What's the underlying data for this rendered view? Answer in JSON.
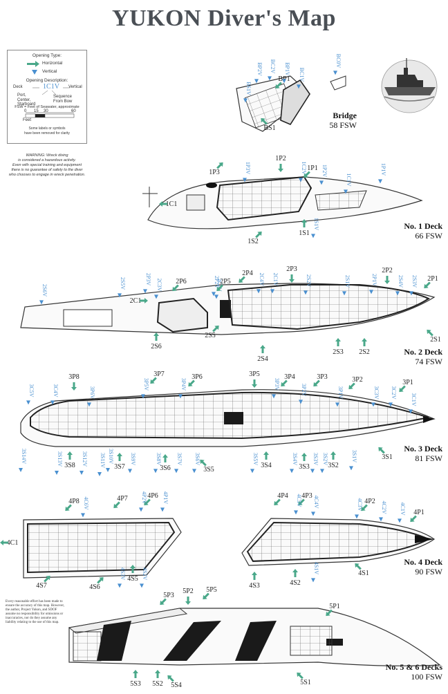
{
  "title": "YUKON  Diver's Map",
  "colors": {
    "opening": "#4aa88a",
    "vertical": "#4a90d0",
    "hull": "#333333",
    "dark": "#1a1a1a",
    "title": "#4a4f55"
  },
  "legend": {
    "opening_type_heading": "Opening Type:",
    "horizontal_label": "Horizontal",
    "vertical_label": "Vertical",
    "description_heading": "Opening Description:",
    "example_code": "1C1V",
    "deck_label": "Deck",
    "vertical_tag": "Vertical",
    "side_label_1": "Port,",
    "side_label_2": "Center,",
    "side_label_3": "Starboard",
    "sequence_label_1": "Sequence",
    "sequence_label_2": "From Bow",
    "fsw_note": "FSW = Feet of Seawater, approximate",
    "scale_ticks": [
      "0",
      "15",
      "30",
      "60"
    ],
    "scale_unit": "Feet",
    "note_1": "Some labels or symbols",
    "note_2": "have been removed for clarity"
  },
  "warning": {
    "line1": "WARNING: Wreck diving",
    "line2": "is considered a hazardous activity.",
    "line3": "Even with special training and equipment",
    "line4": "there is no guarantee of safety to the diver",
    "line5": "who chooses to engage in wreck penetration."
  },
  "disclaimer": "Every reasonable effort has been made to ensure the accuracy of this map. However, the author, Project Yukon, and SDOF assume no responsibility for omissions or inaccuracies, nor do they assume any liability relating to the use of this map.",
  "decks": {
    "bridge": {
      "name": "Bridge",
      "fsw": "58 FSW"
    },
    "deck1": {
      "name": "No. 1 Deck",
      "fsw": "66 FSW"
    },
    "deck2": {
      "name": "No. 2 Deck",
      "fsw": "74 FSW"
    },
    "deck3": {
      "name": "No. 3 Deck",
      "fsw": "81 FSW"
    },
    "deck4": {
      "name": "No. 4 Deck",
      "fsw": "90 FSW"
    },
    "deck56": {
      "name": "No. 5 & 6 Decks",
      "fsw": "100 FSW"
    }
  },
  "labels": {
    "BS1": "BS1",
    "BP1": "BP1",
    "BS1V": "BS1V",
    "BP2V": "BP2V",
    "BC2V": "BC2V",
    "BP1V": "BP1V",
    "BC1V": "BC1V",
    "BC0V": "BC0V",
    "P1P3": "1P3",
    "P1P2": "1P2",
    "P1P1": "1P1",
    "P1C1": "1C1",
    "P1S2": "1S2",
    "P1S1": "1S1",
    "P1P3V": "1P3V",
    "P1C2V": "1C2V",
    "P1P2V": "1P2V",
    "P1C1V": "1C1V",
    "P1P1V": "1P1V",
    "P1S1V": "1S1V",
    "D2S6V": "2S6V",
    "D2S5V": "2S5V",
    "D2P3V": "2P3V",
    "D2C3V": "2C3V",
    "D2P2V": "2P2V",
    "D2C2V": "2C2V",
    "D2C4V": "2C4V",
    "D2C1V": "2C1V",
    "D2S2V": "2S2V",
    "D2S1V": "2S1V",
    "D2P1V": "2P1V",
    "D2S4V": "2S4V",
    "D2S3V": "2S3V",
    "D2P6": "2P6",
    "D2P5": "2P5",
    "D2P4": "2P4",
    "D2P3": "2P3",
    "D2P2": "2P2",
    "D2P1": "2P1",
    "D2C1": "2C1",
    "D2S6": "2S6",
    "D2S5": "2S5",
    "D2S4": "2S4",
    "D2S3": "2S3",
    "D2S2": "2S2",
    "D2S1": "2S1",
    "D3C5V": "3C5V",
    "D3C4V": "3C4V",
    "D3P8": "3P8",
    "D3P6V": "3P6V",
    "D3P5V": "3P5V",
    "D3P7": "3P7",
    "D3P4V": "3P4V",
    "D3P6": "3P6",
    "D3P5": "3P5",
    "D3P3V": "3P3V",
    "D3P4": "3P4",
    "D3P2V": "3P2V",
    "D3P3": "3P3",
    "D3P1V": "3P1V",
    "D3P2": "3P2",
    "D3C3V": "3C3V",
    "D3C2V": "3C2V",
    "D3P1": "3P1",
    "D3C1V": "3C1V",
    "D3S14V": "3S14V",
    "D3S13V": "3S13V",
    "D3S12V": "3S12V",
    "D3S11V": "3S11V",
    "D3S10V": "3S10V",
    "D3S9V": "3S9V",
    "D3S8V": "3S8V",
    "D3S7V": "3S7V",
    "D3S6V": "3S6V",
    "D3S5V": "3S5V",
    "D3S4V": "3S4V",
    "D3S3V": "3S3V",
    "D3S2V": "3S2V",
    "D3S1V": "3S1V",
    "D3S8": "3S8",
    "D3S7": "3S7",
    "D3S6": "3S6",
    "D3S5": "3S5",
    "D3S4": "3S4",
    "D3S3": "3S3",
    "D3S2": "3S2",
    "D3S1": "3S1",
    "D4P8": "4P8",
    "D4P7": "4P7",
    "D4P6": "4P6",
    "D4C6V": "4C6V",
    "D4P2V": "4P2V",
    "D4P1V": "4P1V",
    "D4C1": "4C1",
    "D4S7": "4S7",
    "D4S6": "4S6",
    "D4S3V": "4S3V",
    "D4S2V": "4S2V",
    "D4S5": "4S5",
    "D4P4": "4P4",
    "D4P3": "4P3",
    "D4C5V": "4C5V",
    "D4C4V": "4C4V",
    "D4C3V": "4C3V",
    "D4P2": "4P2",
    "D4C2V": "4C2V",
    "D4C1V": "4C1V",
    "D4P1": "4P1",
    "D4S3": "4S3",
    "D4S2": "4S2",
    "D4S1V": "4S1V",
    "D4S1": "4S1",
    "D5P3": "5P3",
    "D5P2": "5P2",
    "D5P5": "5P5",
    "D5P1": "5P1",
    "D5S3": "5S3",
    "D5S2": "5S2",
    "D5S4": "5S4",
    "D5S1": "5S1"
  }
}
